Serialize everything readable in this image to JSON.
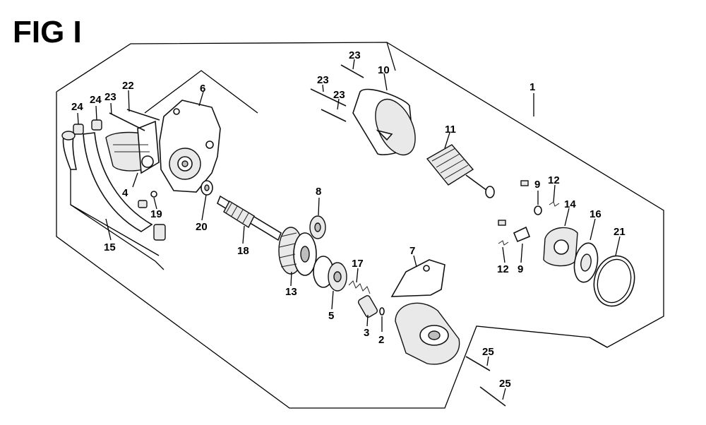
{
  "figure": {
    "title": "FIG I"
  },
  "callouts": [
    {
      "id": "c1",
      "label": "1"
    },
    {
      "id": "c2",
      "label": "2"
    },
    {
      "id": "c3",
      "label": "3"
    },
    {
      "id": "c4",
      "label": "4"
    },
    {
      "id": "c5",
      "label": "5"
    },
    {
      "id": "c6",
      "label": "6"
    },
    {
      "id": "c7",
      "label": "7"
    },
    {
      "id": "c8",
      "label": "8"
    },
    {
      "id": "c9a",
      "label": "9"
    },
    {
      "id": "c9b",
      "label": "9"
    },
    {
      "id": "c10",
      "label": "10"
    },
    {
      "id": "c11",
      "label": "11"
    },
    {
      "id": "c12a",
      "label": "12"
    },
    {
      "id": "c12b",
      "label": "12"
    },
    {
      "id": "c13",
      "label": "13"
    },
    {
      "id": "c14",
      "label": "14"
    },
    {
      "id": "c15",
      "label": "15"
    },
    {
      "id": "c16",
      "label": "16"
    },
    {
      "id": "c17",
      "label": "17"
    },
    {
      "id": "c18",
      "label": "18"
    },
    {
      "id": "c19",
      "label": "19"
    },
    {
      "id": "c20",
      "label": "20"
    },
    {
      "id": "c21",
      "label": "21"
    },
    {
      "id": "c22",
      "label": "22"
    },
    {
      "id": "c23a",
      "label": "23"
    },
    {
      "id": "c23b",
      "label": "23"
    },
    {
      "id": "c23c",
      "label": "23"
    },
    {
      "id": "c23d",
      "label": "23"
    },
    {
      "id": "c24a",
      "label": "24"
    },
    {
      "id": "c24b",
      "label": "24"
    },
    {
      "id": "c25a",
      "label": "25"
    },
    {
      "id": "c25b",
      "label": "25"
    }
  ]
}
